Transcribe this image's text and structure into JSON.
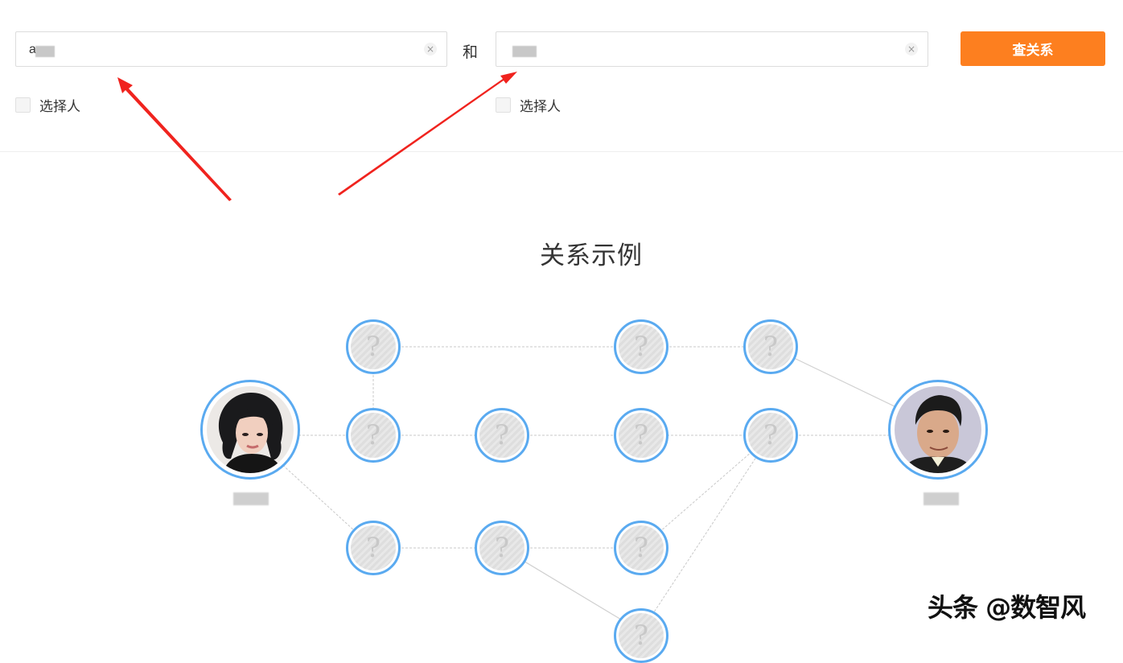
{
  "search": {
    "person_a": {
      "value": "a",
      "placeholder": "",
      "clear_icon": "×",
      "select_label": "选择人"
    },
    "connector": "和",
    "person_b": {
      "value": "",
      "placeholder": "",
      "clear_icon": "×",
      "select_label": "选择人"
    },
    "submit_label": "查关系"
  },
  "example": {
    "title": "关系示例",
    "unknown_glyph": "?",
    "left_person": {
      "name": ""
    },
    "right_person": {
      "name": ""
    }
  },
  "watermark": "头条 @数智风",
  "colors": {
    "accent": "#fd7f1f",
    "node_border": "#5aaaf0",
    "annotation_arrow": "#f0231e",
    "edge": "#c8c8c8"
  }
}
